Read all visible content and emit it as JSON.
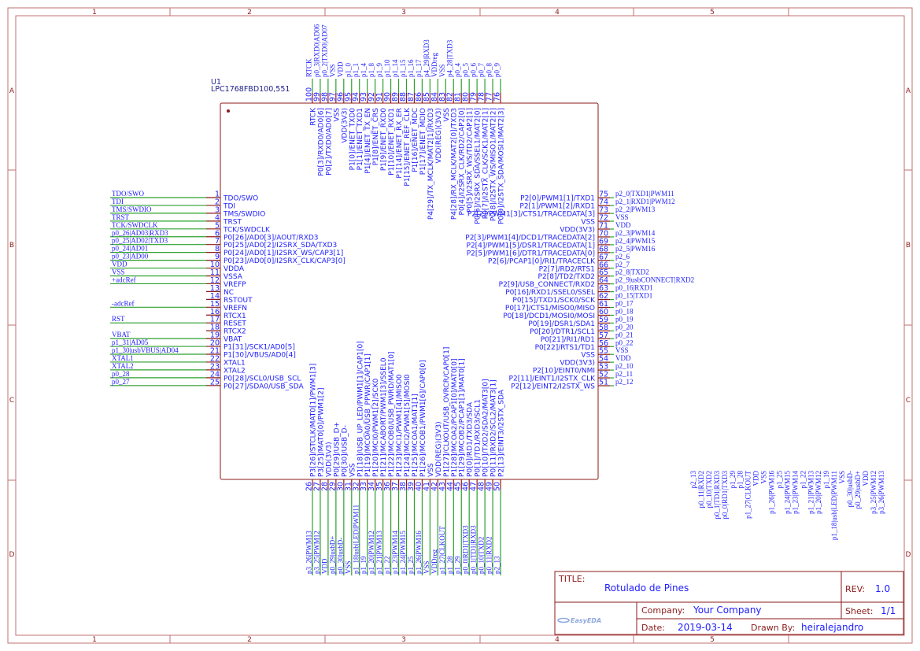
{
  "component": {
    "ref": "U1",
    "part": "LPC1768FBD100,551"
  },
  "frame": {
    "columns": [
      "1",
      "2",
      "3",
      "4",
      "5"
    ],
    "rows": [
      "A",
      "B",
      "C",
      "D"
    ]
  },
  "colors": {
    "frame": "#b04a4a",
    "body": "#8b1a1a",
    "wire": "#2ca02c",
    "text": "#2020ff"
  },
  "pins_left": [
    [
      "1",
      "TDO/SWO",
      "TDO/SWO"
    ],
    [
      "2",
      "TDI",
      "TDI"
    ],
    [
      "3",
      "TMS/SWDIO",
      "TMS/SWDIO"
    ],
    [
      "4",
      "TRST",
      "TRST"
    ],
    [
      "5",
      "TCK/SWDCLK",
      "TCK/SWDCLK"
    ],
    [
      "6",
      "P0[26]/AD0[3]/AOUT/RXD3",
      "p0_26|AD03|RXD3"
    ],
    [
      "7",
      "P0[25]/AD0[2]/I2SRX_SDA/TXD3",
      "p0_25|AD02|TXD3"
    ],
    [
      "8",
      "P0[24]/AD0[1]/I2SRX_WS/CAP3[1]",
      "p0_24|AD01"
    ],
    [
      "9",
      "P0[23]/AD0[0]/I2SRX_CLK/CAP3[0]",
      "p0_23|AD00"
    ],
    [
      "10",
      "VDDA",
      "VDD"
    ],
    [
      "11",
      "VSSA",
      "VSS"
    ],
    [
      "12",
      "VREFP",
      "+adcRef"
    ],
    [
      "13",
      "NC",
      ""
    ],
    [
      "14",
      "RSTOUT",
      ""
    ],
    [
      "15",
      "VREFN",
      "-adcRef"
    ],
    [
      "16",
      "RTCX1",
      ""
    ],
    [
      "17",
      "RESET",
      "RST"
    ],
    [
      "18",
      "RTCX2",
      ""
    ],
    [
      "19",
      "VBAT",
      "VBAT"
    ],
    [
      "20",
      "P1[31]/SCK1/AD0[5]",
      "p1_31|AD05"
    ],
    [
      "21",
      "P1[30]/VBUS/AD0[4]",
      "p1_30|usbVBUS|AD04"
    ],
    [
      "22",
      "XTAL1",
      "XTAL1"
    ],
    [
      "23",
      "XTAL2",
      "XTAL2"
    ],
    [
      "24",
      "P0[28]/SCL0/USB_SCL",
      "p0_28"
    ],
    [
      "25",
      "P0[27]/SDA0/USB_SDA",
      "p0_27"
    ]
  ],
  "pins_bottom": [
    [
      "26",
      "P3[26]/STCLK/MAT0[1]/PWM1[3]",
      "p3_26|PWM13"
    ],
    [
      "27",
      "P3[25]/MAT0[0]/PWM1[2]",
      "p3_25|PWM12"
    ],
    [
      "28",
      "VDD(3V3)",
      "VDD"
    ],
    [
      "29",
      "P0[29]/USB_D+",
      "p0_29|usbD+"
    ],
    [
      "30",
      "P0[30]/USB_D-",
      "p0_30|usbD-"
    ],
    [
      "31",
      "VSS",
      "VSS"
    ],
    [
      "32",
      "P1[18]/USB_UP_LED/PWM1[1]/CAP1[0]",
      "p1_18|usb|LED|PWM11"
    ],
    [
      "33",
      "P1[19]/MCOA0/USB_PPWR/CAP1[1]",
      "p1_19"
    ],
    [
      "34",
      "P1[20]/MCI0/PWM1[2]/SCK0",
      "p1_20|PWM12"
    ],
    [
      "35",
      "P1[21]/MCABORT/PWM1[3]/SSEL0",
      "p1_21|PWM13"
    ],
    [
      "36",
      "P1[22]/MCOB0/USB_PWRD/MAT1[0]",
      "p1_22"
    ],
    [
      "37",
      "P1[23]/MCI1/PWM1[4]/MISO0",
      "p1_23|PWM14"
    ],
    [
      "38",
      "P1[24]/MCI2/PWM1[5]/MOSI0",
      "p1_24|PWM15"
    ],
    [
      "39",
      "P1[25]/MCOA1/MAT1[1]",
      "p1_25"
    ],
    [
      "40",
      "P1[26]/MCOB1/PWM1[6]/CAP0[0]",
      "p1_26|PWM16"
    ],
    [
      "41",
      "VSS",
      "VSS"
    ],
    [
      "42",
      "VDD(REG)(3V3)",
      "VDDreg"
    ],
    [
      "43",
      "P1[27]/CLKOUT/USB_OVRCR/CAP0[1]",
      "p1_27|CLKOUT"
    ],
    [
      "44",
      "P1[28]/MCOA2/PCAP1[0]/MAT0[0]",
      "p1_28"
    ],
    [
      "45",
      "P1[29]/MCOB2/PCAP1[1]/MAT0[1]",
      "p1_29"
    ],
    [
      "46",
      "P0[0]/RD1/TXD3/SDA",
      "p0_0|RD1|TXD3"
    ],
    [
      "47",
      "P0[1]/TD1/RXD3/SCL1",
      "p0_1|TD1|RXD3"
    ],
    [
      "48",
      "P0[10]/TXD2/SDA2/MAT3[0]",
      "p0_10|TXD2"
    ],
    [
      "49",
      "P0[11]/RXD2/SCL2/MAT3[1]",
      "p0_11|RXD2"
    ],
    [
      "50",
      "P2[13]/EINT3/I2STX_SDA",
      "p2_13"
    ]
  ],
  "pins_right": [
    [
      "51",
      "P2[12]/EINT2/I2STX_WS",
      "p2_12"
    ],
    [
      "52",
      "P2[11]/EINT1/I2STX_CLK",
      "p2_11"
    ],
    [
      "53",
      "P2[10]/EINT0/NMI",
      "p2_10"
    ],
    [
      "54",
      "VDD(3V3)",
      "VDD"
    ],
    [
      "55",
      "VSS",
      "VSS"
    ],
    [
      "56",
      "P0[22]/RTS1/TD1",
      "p0_22"
    ],
    [
      "57",
      "P0[21]/RI1/RD1",
      "p0_21"
    ],
    [
      "58",
      "P0[20]/DTR1/SCL1",
      "p0_20"
    ],
    [
      "59",
      "P0[19]/DSR1/SDA1",
      "p0_19"
    ],
    [
      "60",
      "P0[18]/DCD1/MOSI0/MOSI",
      "p0_18"
    ],
    [
      "61",
      "P0[17]/CTS1/MISO0/MISO",
      "p0_17"
    ],
    [
      "62",
      "P0[15]/TXD1/SCK0/SCK",
      "p0_15|TXD1"
    ],
    [
      "63",
      "P0[16]/RXD1/SSEL0/SSEL",
      "p0_16|RXD1"
    ],
    [
      "64",
      "P2[9]/USB_CONNECT/RXD2",
      "p2_9|usbCONNECT|RXD2"
    ],
    [
      "65",
      "P2[8]/TD2/TXD2",
      "p2_8|TXD2"
    ],
    [
      "66",
      "P2[7]/RD2/RTS1",
      "p2_7"
    ],
    [
      "67",
      "P2[6]/PCAP1[0]/RI1/TRACECLK",
      "p2_6"
    ],
    [
      "68",
      "P2[5]/PWM1[6]/DTR1/TRACEDATA[0]",
      "p2_5|PWM16"
    ],
    [
      "69",
      "P2[4]/PWM1[5]/DSR1/TRACEDATA[1]",
      "p2_4|PWM15"
    ],
    [
      "70",
      "P2[3]/PWM1[4]/DCD1/TRACEDATA[2]",
      "p2_3|PWM14"
    ],
    [
      "71",
      "VDD(3V3)",
      "VDD"
    ],
    [
      "72",
      "VSS",
      "VSS"
    ],
    [
      "73",
      "P2[2]/PWM1[3]/CTS1/TRACEDATA[3]",
      "p2_2|PWM13"
    ],
    [
      "74",
      "P2[1]/PWM1[2]/RXD1",
      "p2_1|RXD1|PWM12"
    ],
    [
      "75",
      "P2[0]/PWM1[1]/TXD1",
      "p2_0|TXD1|PWM11"
    ]
  ],
  "pins_top": [
    [
      "76",
      "P0[9]/I2STX_SDA/MOSI1/MAT2[3]",
      "p0_9"
    ],
    [
      "77",
      "P0[8]/I2STX_WS/MISO1/MAT2[2]",
      "p0_8"
    ],
    [
      "78",
      "P0[7]/I2STX_CLK/SCK1/MAT2[1]",
      "p0_7"
    ],
    [
      "79",
      "P0[6]/I2SRX_SDA/SSEL1/MAT2[0]",
      "p0_6"
    ],
    [
      "80",
      "P0[5]/I2SRX_WS/TD2/CAP2[1]",
      "p0_5"
    ],
    [
      "81",
      "P0[4]/I2SRX_CLK/RD2/CAP2[0]",
      "p0_4"
    ],
    [
      "82",
      "P4[28]/RX_MCLK/MAT2[0]/TXD3",
      "p4_28|TXD3"
    ],
    [
      "83",
      "VSS",
      "VSS"
    ],
    [
      "84",
      "VDD(REG)(3V3)",
      "VDDreg"
    ],
    [
      "85",
      "P4[29]/TX_MCLK/MAT2[1]/RXD3",
      "p4_29|RXD3"
    ],
    [
      "86",
      "P1[17]/ENET_MDIO",
      "p1_17"
    ],
    [
      "87",
      "P1[16]/ENET_MDC",
      "p1_16"
    ],
    [
      "88",
      "P1[15]/ENET_REF_CLK",
      "p1_15"
    ],
    [
      "89",
      "P1[14]/ENET_RX_ER",
      "p1_14"
    ],
    [
      "90",
      "P1[10]/ENET_RXD1",
      "p1_10"
    ],
    [
      "91",
      "P1[9]/ENET_RXD0",
      "p1_9"
    ],
    [
      "92",
      "P1[8]/ENET_CRS",
      "p1_8"
    ],
    [
      "93",
      "P1[4]/ENET_TX_EN",
      "p1_4"
    ],
    [
      "94",
      "P1[1]/ENET_TXD1",
      "p1_1"
    ],
    [
      "95",
      "P1[0]/ENET_TXD0",
      "p1_0"
    ],
    [
      "96",
      "VDD(3V3)",
      "VDD"
    ],
    [
      "97",
      "VSS",
      "VSS"
    ],
    [
      "98",
      "P0[2]/TXD0/AD0[7]",
      "p0_2|TXD0|AD07"
    ],
    [
      "99",
      "P0[3]/RXD0/AD0[6]",
      "p0_3|RXD0|AD06"
    ],
    [
      "100",
      "RTCK",
      "RTCK"
    ]
  ],
  "floating_labels": [
    "p2_13",
    "p0_11|RXD2",
    "p0_10|TXD2",
    "p0_1|TD1|RXD3",
    "p0_0|RD1|TXD3",
    "p1_29",
    "p1_28",
    "p1_27|CLKOUT",
    "VDD",
    "VSS",
    "p1_26|PWM16",
    "p1_25",
    "p1_24|PWM15",
    "p1_23|PWM14",
    "p1_22",
    "p1_21|PWM13",
    "p1_20|PWM12",
    "p1_19",
    "p1_18|usb|LED|PWM11",
    "VSS",
    "p0_30|usbD-",
    "p0_29|usbD+",
    "VDD",
    "p3_25|PWM12",
    "p3_26|PWM13"
  ],
  "title_block": {
    "title_label": "TITLE:",
    "title": "Rotulado de Pines",
    "rev_label": "REV:",
    "rev": "1.0",
    "company_label": "Company:",
    "company": "Your Company",
    "sheet_label": "Sheet:",
    "sheet": "1/1",
    "date_label": "Date:",
    "date": "2019-03-14",
    "drawn_label": "Drawn By:",
    "drawn_by": "heiralejandro",
    "logo": "EasyEDA"
  }
}
